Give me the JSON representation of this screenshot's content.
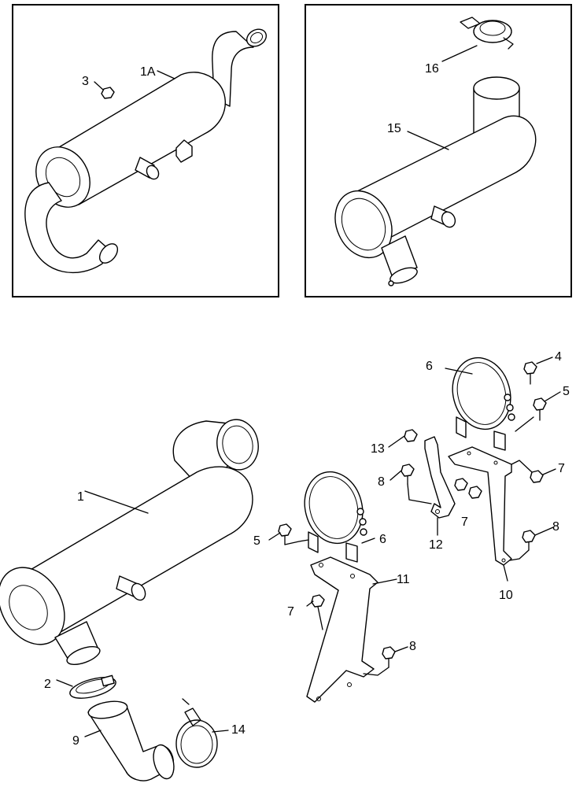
{
  "callouts": {
    "p1A": "1A",
    "p3": "3",
    "p16": "16",
    "p15": "15",
    "p6a": "6",
    "p4": "4",
    "p5a": "5",
    "p13": "13",
    "p8a": "8",
    "p7a": "7",
    "p7b": "7",
    "p1": "1",
    "p5b": "5",
    "p6b": "6",
    "p12": "12",
    "p8b": "8",
    "p11": "11",
    "p10": "10",
    "p7c": "7",
    "p8c": "8",
    "p2": "2",
    "p14": "14",
    "p9": "9"
  }
}
